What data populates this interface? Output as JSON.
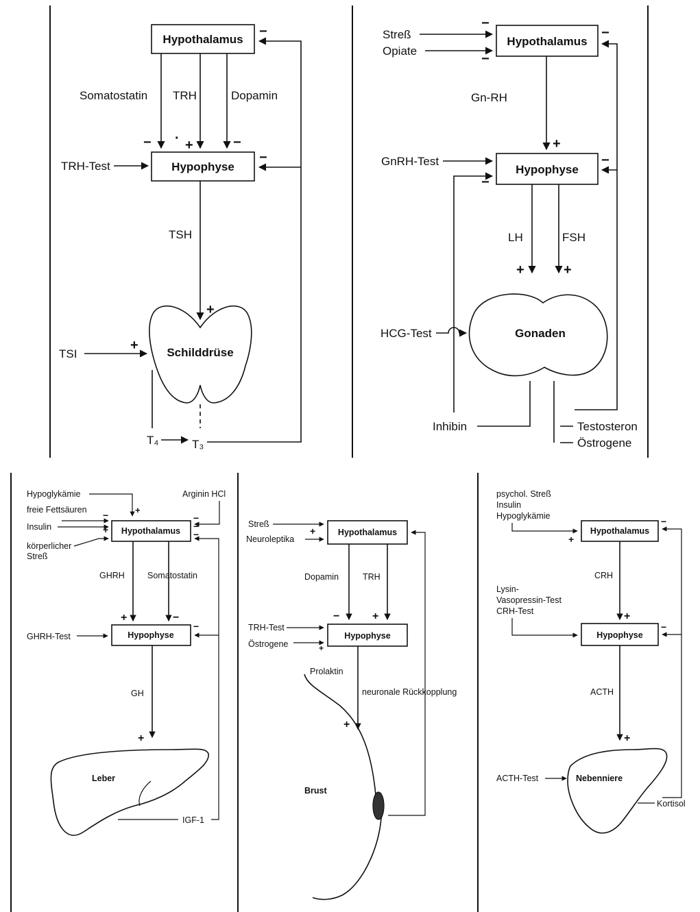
{
  "p1": {
    "hypothalamus": "Hypothalamus",
    "hypophyse": "Hypophyse",
    "somatostatin": "Somatostatin",
    "trh": "TRH",
    "dopamin": "Dopamin",
    "trh_test": "TRH-Test",
    "tsh": "TSH",
    "schilddruese": "Schilddrüse",
    "tsi": "TSI",
    "t4": "T₄",
    "t3": "T₃"
  },
  "p2": {
    "stress": "Streß",
    "opiate": "Opiate",
    "hypothalamus": "Hypothalamus",
    "gnrh": "Gn-RH",
    "gnrh_test": "GnRH-Test",
    "hypophyse": "Hypophyse",
    "lh": "LH",
    "fsh": "FSH",
    "hcg_test": "HCG-Test",
    "gonaden": "Gonaden",
    "inhibin": "Inhibin",
    "testosteron": "Testosteron",
    "oestrogene": "Östrogene"
  },
  "p3": {
    "hypoglykaemie": "Hypoglykämie",
    "arginin": "Arginin HCl",
    "fettsaeuren": "freie Fettsäuren",
    "insulin": "Insulin",
    "koerperlicher": "körperlicher",
    "stress": "Streß",
    "hypothalamus": "Hypothalamus",
    "ghrh": "GHRH",
    "somatostatin": "Somatostatin",
    "ghrh_test": "GHRH-Test",
    "hypophyse": "Hypophyse",
    "gh": "GH",
    "leber": "Leber",
    "igf": "IGF-1"
  },
  "p4": {
    "stress": "Streß",
    "neuroleptika": "Neuroleptika",
    "hypothalamus": "Hypothalamus",
    "dopamin": "Dopamin",
    "trh": "TRH",
    "trh_test": "TRH-Test",
    "oestrogene": "Östrogene",
    "hypophyse": "Hypophyse",
    "prolaktin": "Prolaktin",
    "rueckkopplung": "neuronale Rückkopplung",
    "brust": "Brust"
  },
  "p5": {
    "psychol": "psychol. Streß",
    "insulin": "Insulin",
    "hypoglykaemie": "Hypoglykämie",
    "hypothalamus": "Hypothalamus",
    "crh": "CRH",
    "lysin": "Lysin-",
    "vasopressin": "Vasopressin-Test",
    "crh_test": "CRH-Test",
    "hypophyse": "Hypophyse",
    "acth": "ACTH",
    "acth_test": "ACTH-Test",
    "nebenniere": "Nebenniere",
    "kortisol": "Kortisol"
  }
}
